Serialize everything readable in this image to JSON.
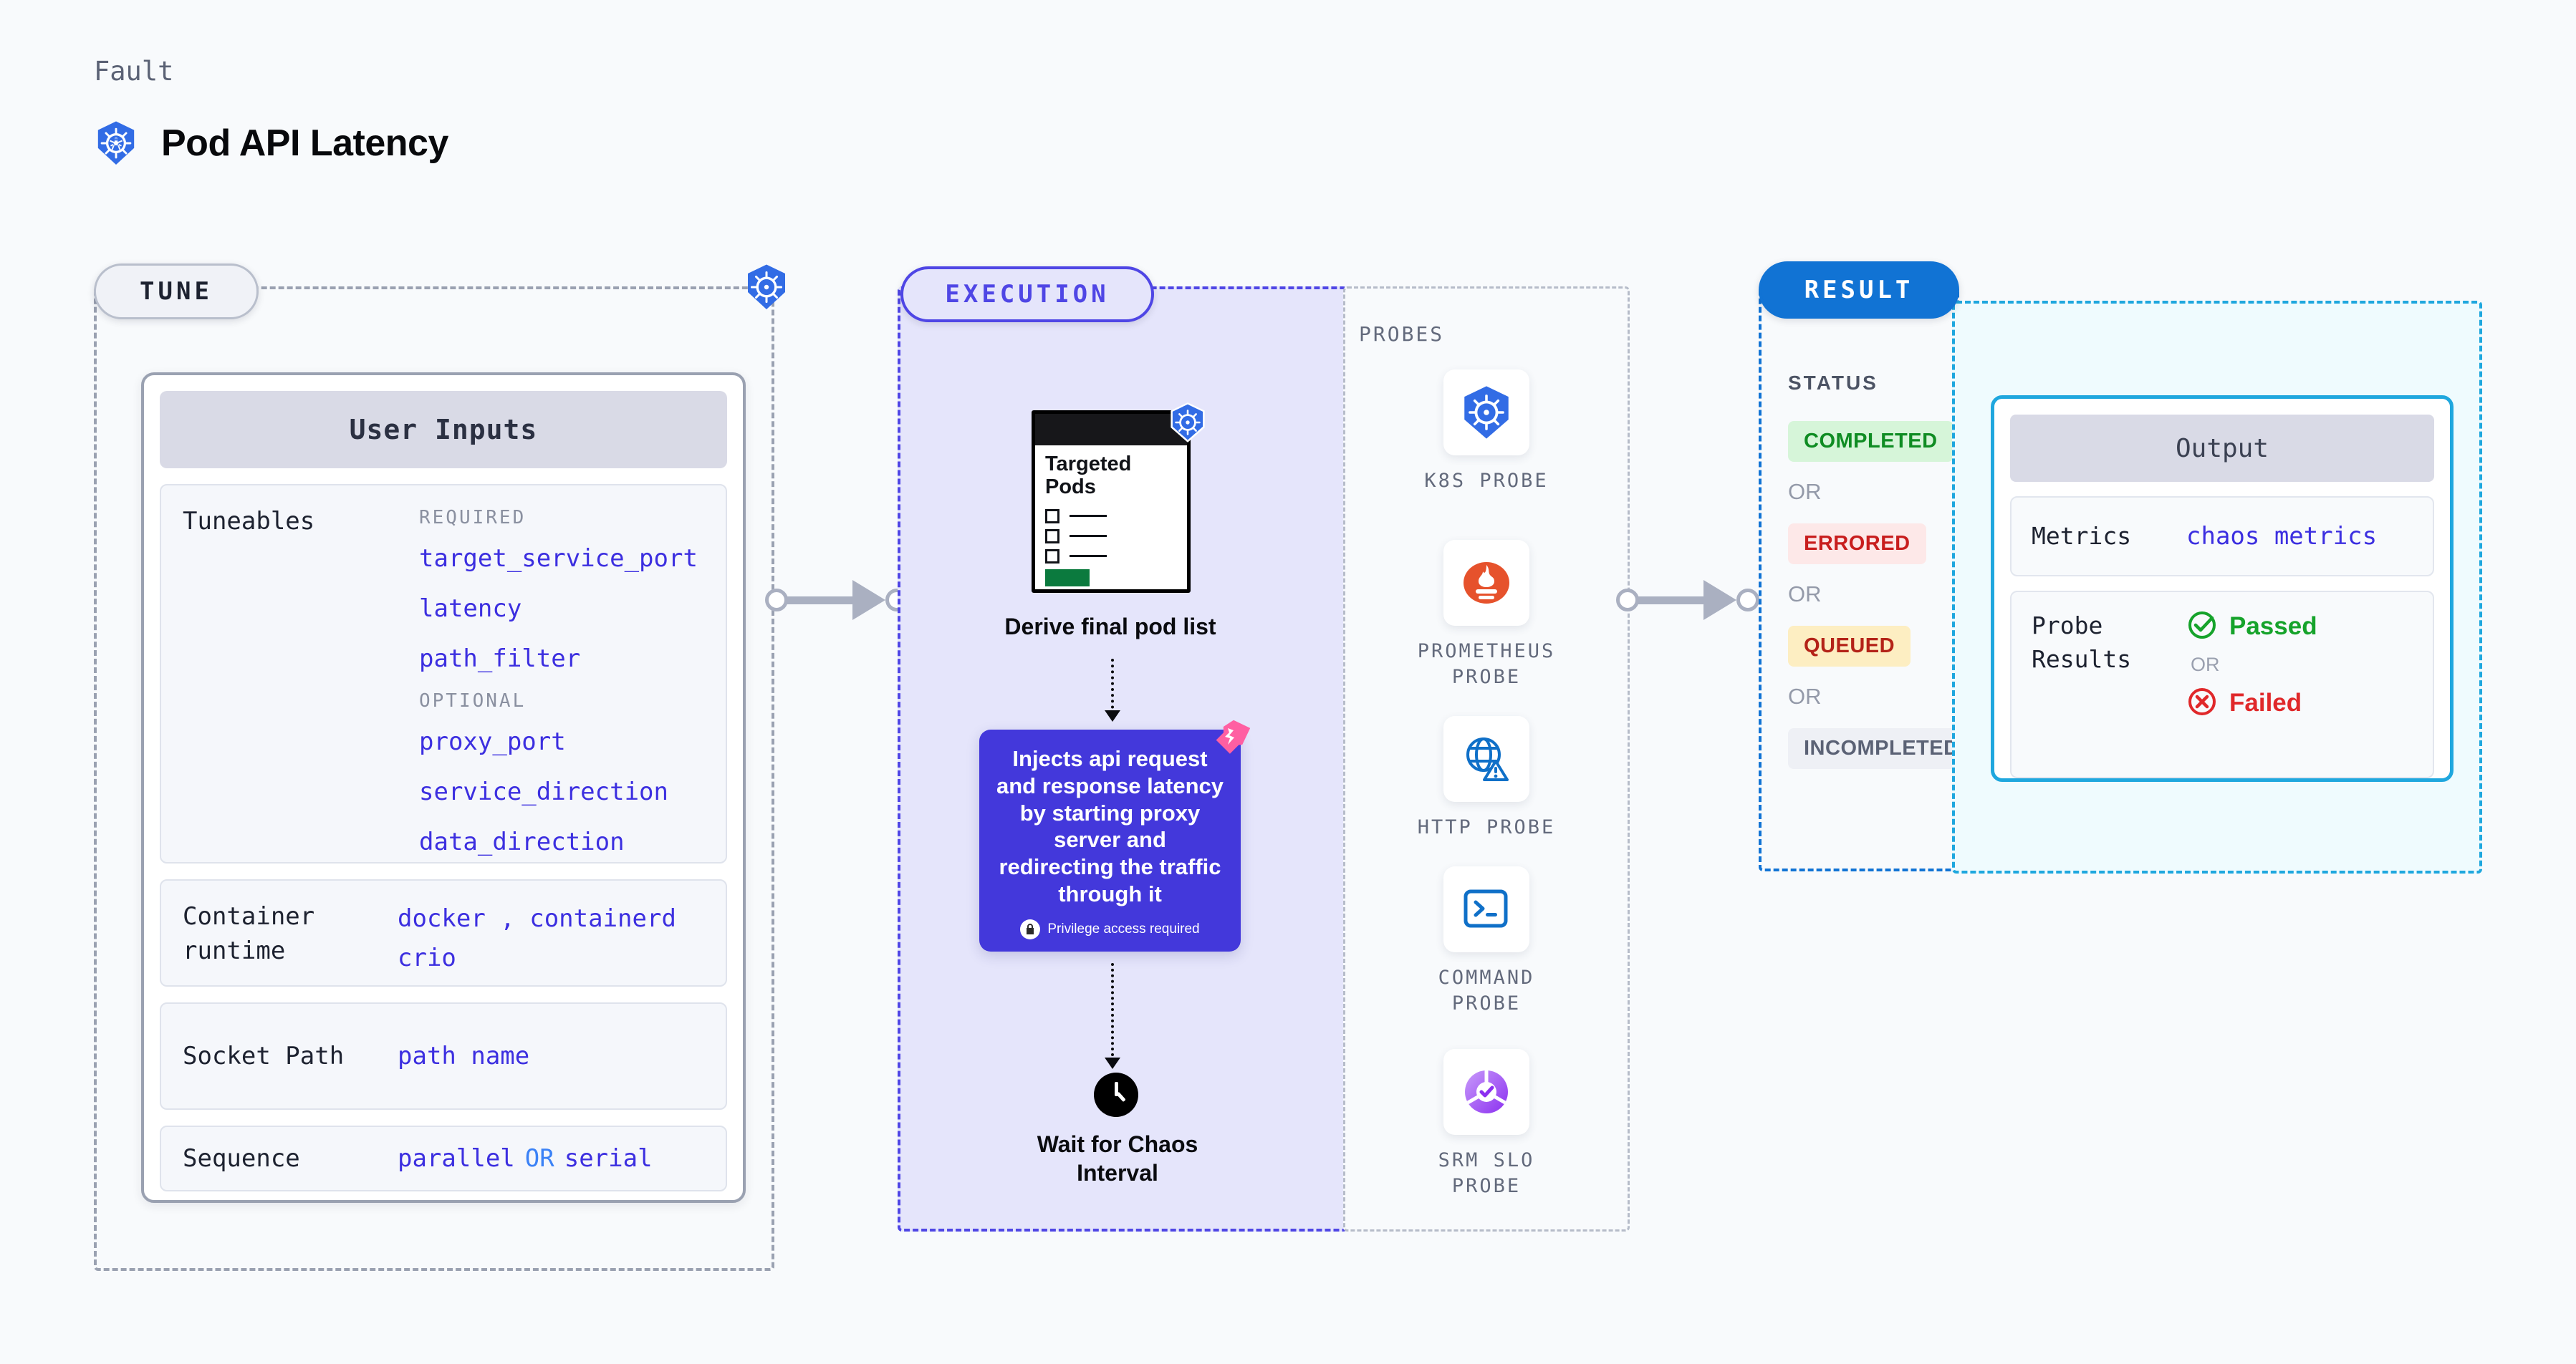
{
  "header": {
    "kicker": "Fault",
    "title": "Pod API Latency",
    "logo_icon": "kubernetes-icon"
  },
  "tune": {
    "tag": "TUNE",
    "corner_icon": "kubernetes-icon",
    "card_title": "User Inputs",
    "tuneables": {
      "label": "Tuneables",
      "required_label": "REQUIRED",
      "required": [
        "target_service_port",
        "latency",
        "path_filter"
      ],
      "optional_label": "OPTIONAL",
      "optional": [
        "proxy_port",
        "service_direction",
        "data_direction"
      ]
    },
    "container_runtime": {
      "label": "Container runtime",
      "values_line1": "docker , containerd",
      "values_line2": "crio"
    },
    "socket_path": {
      "label": "Socket Path",
      "value": "path name"
    },
    "sequence": {
      "label": "Sequence",
      "value_a": "parallel",
      "or": "OR",
      "value_b": "serial"
    }
  },
  "execution": {
    "tag": "EXECUTION",
    "pods_card": {
      "title_line1": "Targeted",
      "title_line2": "Pods",
      "icon": "kubernetes-icon"
    },
    "step1_label": "Derive final pod list",
    "inject_card": {
      "text": "Injects api request and response latency by starting proxy server and redirecting the traffic through it",
      "note": "Privilege access required",
      "note_icon": "lock-icon",
      "corner_icon": "harness-chaos-icon"
    },
    "wait_step": {
      "icon": "clock-icon",
      "label_line1": "Wait for Chaos",
      "label_line2": "Interval"
    }
  },
  "probes": {
    "title": "PROBES",
    "items": [
      {
        "icon": "kubernetes-icon",
        "label_line1": "K8S  PROBE",
        "label_line2": ""
      },
      {
        "icon": "prometheus-icon",
        "label_line1": "PROMETHEUS",
        "label_line2": "PROBE"
      },
      {
        "icon": "http-globe-icon",
        "label_line1": "HTTP  PROBE",
        "label_line2": ""
      },
      {
        "icon": "command-terminal-icon",
        "label_line1": "COMMAND",
        "label_line2": "PROBE"
      },
      {
        "icon": "srm-slo-icon",
        "label_line1": "SRM  SLO",
        "label_line2": "PROBE"
      }
    ]
  },
  "result": {
    "tag": "RESULT",
    "status_title": "STATUS",
    "or_label": "OR",
    "statuses": [
      {
        "label": "COMPLETED",
        "color": "#0f8c23"
      },
      {
        "label": "ERRORED",
        "color": "#c81e1e"
      },
      {
        "label": "QUEUED",
        "color": "#b42318"
      },
      {
        "label": "INCOMPLETED",
        "color": "#5b6275"
      }
    ],
    "output": {
      "title": "Output",
      "metrics": {
        "label": "Metrics",
        "value": "chaos metrics"
      },
      "probe_results": {
        "label": "Probe Results",
        "passed": "Passed",
        "or": "OR",
        "failed": "Failed",
        "passed_icon": "check-circle-icon",
        "failed_icon": "x-circle-icon"
      }
    }
  },
  "colors": {
    "accent_blue": "#1173d4",
    "accent_purple": "#4f46e5",
    "accent_cyan": "#1fa7de",
    "code_blue": "#3c2fe0",
    "pass_green": "#16a32b",
    "fail_red": "#e0282a"
  }
}
